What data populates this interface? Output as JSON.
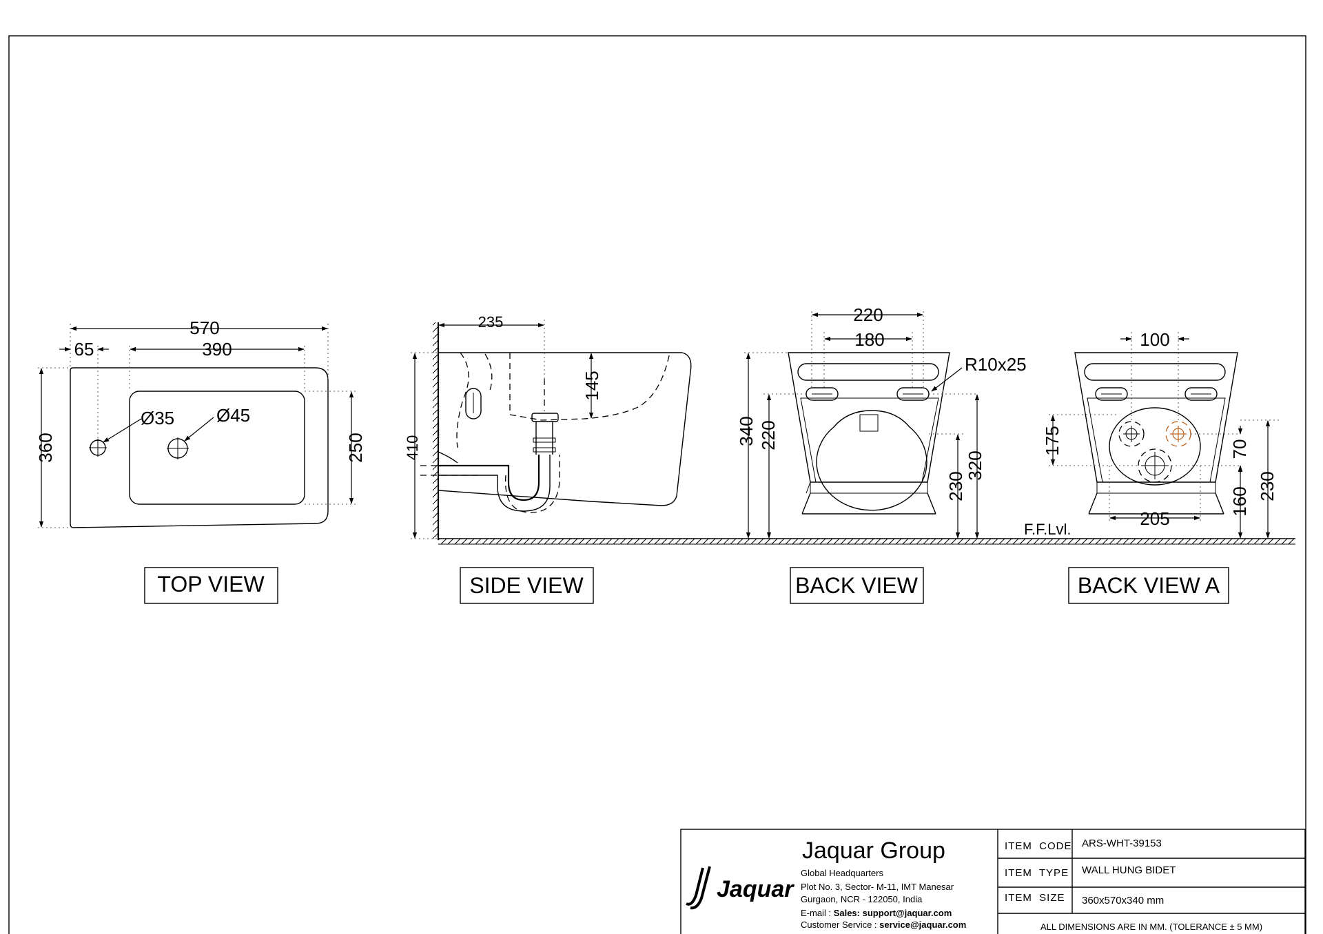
{
  "views": {
    "top": {
      "label": "TOP VIEW",
      "dims": {
        "overall_width": "570",
        "offset": "65",
        "inner_width": "390",
        "height": "360",
        "inner_height": "250",
        "hole_small": "Ø35",
        "hole_large": "Ø45"
      }
    },
    "side": {
      "label": "SIDE VIEW",
      "dims": {
        "depth": "235",
        "height": "410",
        "bowl_depth": "145"
      }
    },
    "back": {
      "label": "BACK VIEW",
      "dims": {
        "width": "220",
        "slot_spacing": "180",
        "slot": "R10x25",
        "height": "340",
        "slot_height": "220",
        "floor_230": "230",
        "floor_320": "320"
      }
    },
    "back_a": {
      "label": "BACK VIEW A",
      "dims": {
        "spacing": "100",
        "d175": "175",
        "d70": "70",
        "d205": "205",
        "d160": "160",
        "d230": "230"
      },
      "floor_level": "F.F.Lvl."
    }
  },
  "colors": {
    "accent_hole": "#c0641e"
  },
  "title_block": {
    "brand": "Jaquar",
    "logo_icon": "jaquar-j-logo",
    "company": "Jaquar Group",
    "address": [
      "Global Headquarters",
      "Plot No. 3, Sector- M-11, IMT Manesar",
      "Gurgaon, NCR - 122050, India"
    ],
    "email_label": "E-mail :",
    "email_value": "Sales: support@jaquar.com",
    "service_label": "Customer Service :",
    "service_value": "service@jaquar.com",
    "fields": [
      {
        "label": "ITEM  CODE",
        "value": "ARS-WHT-39153"
      },
      {
        "label": "ITEM  TYPE",
        "value": "WALL HUNG BIDET"
      },
      {
        "label": "ITEM  SIZE",
        "value": "360x570x340 mm"
      }
    ],
    "note": "ALL DIMENSIONS ARE IN MM. (TOLERANCE ± 5 MM)"
  }
}
